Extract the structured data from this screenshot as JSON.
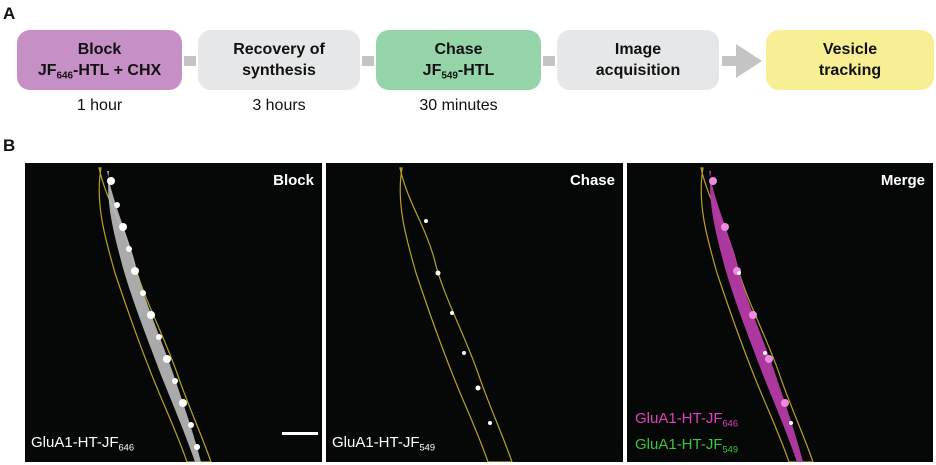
{
  "panel_a": {
    "letter": "A",
    "steps": [
      {
        "line1": "Block",
        "line2_pre": "JF",
        "line2_sub": "646",
        "line2_post": "-HTL + CHX",
        "duration": "1 hour",
        "color": "#c690c6"
      },
      {
        "line1": "Recovery of",
        "line2": "synthesis",
        "duration": "3 hours",
        "color": "#e6e7e8"
      },
      {
        "line1": "Chase",
        "line2_pre": "JF",
        "line2_sub": "549",
        "line2_post": "-HTL",
        "duration": "30 minutes",
        "color": "#95d3a8"
      },
      {
        "line1": "Image",
        "line2": "acquisition",
        "color": "#e6e7e8"
      },
      {
        "line1": "Vesicle",
        "line2": "tracking",
        "color": "#f8ef95"
      }
    ],
    "connector_color": "#c4c4c4"
  },
  "panel_b": {
    "letter": "B",
    "panels": [
      {
        "title": "Block",
        "label_pre": "GluA1-HT-JF",
        "label_sub": "646"
      },
      {
        "title": "Chase",
        "label_pre": "GluA1-HT-JF",
        "label_sub": "549"
      },
      {
        "title": "Merge",
        "labels": [
          {
            "pre": "GluA1-HT-JF",
            "sub": "646",
            "color": "#e040b8"
          },
          {
            "pre": "GluA1-HT-JF",
            "sub": "549",
            "color": "#3ec43e"
          }
        ]
      }
    ],
    "outline_color": "#b9a227",
    "scale_bar": "white"
  }
}
